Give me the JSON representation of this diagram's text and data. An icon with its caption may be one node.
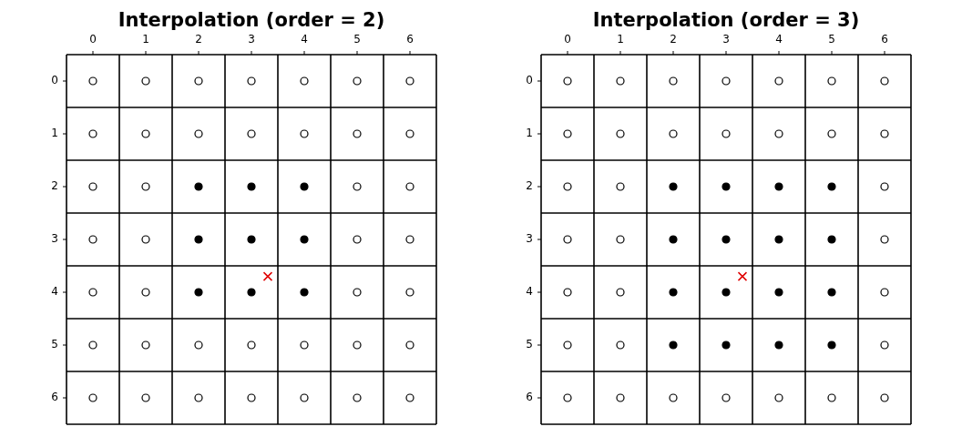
{
  "diagram": {
    "labels": [
      "Interpolation (order = 2)",
      "Interpolation (order = 3)",
      "0",
      "1",
      "2",
      "3",
      "4",
      "5",
      "6",
      "0",
      "1",
      "2",
      "3",
      "4",
      "5",
      "6",
      "0",
      "0",
      "1",
      "1",
      "2",
      "2",
      "3",
      "3",
      "4",
      "4",
      "5",
      "5",
      "6",
      "6"
    ]
  }
}
